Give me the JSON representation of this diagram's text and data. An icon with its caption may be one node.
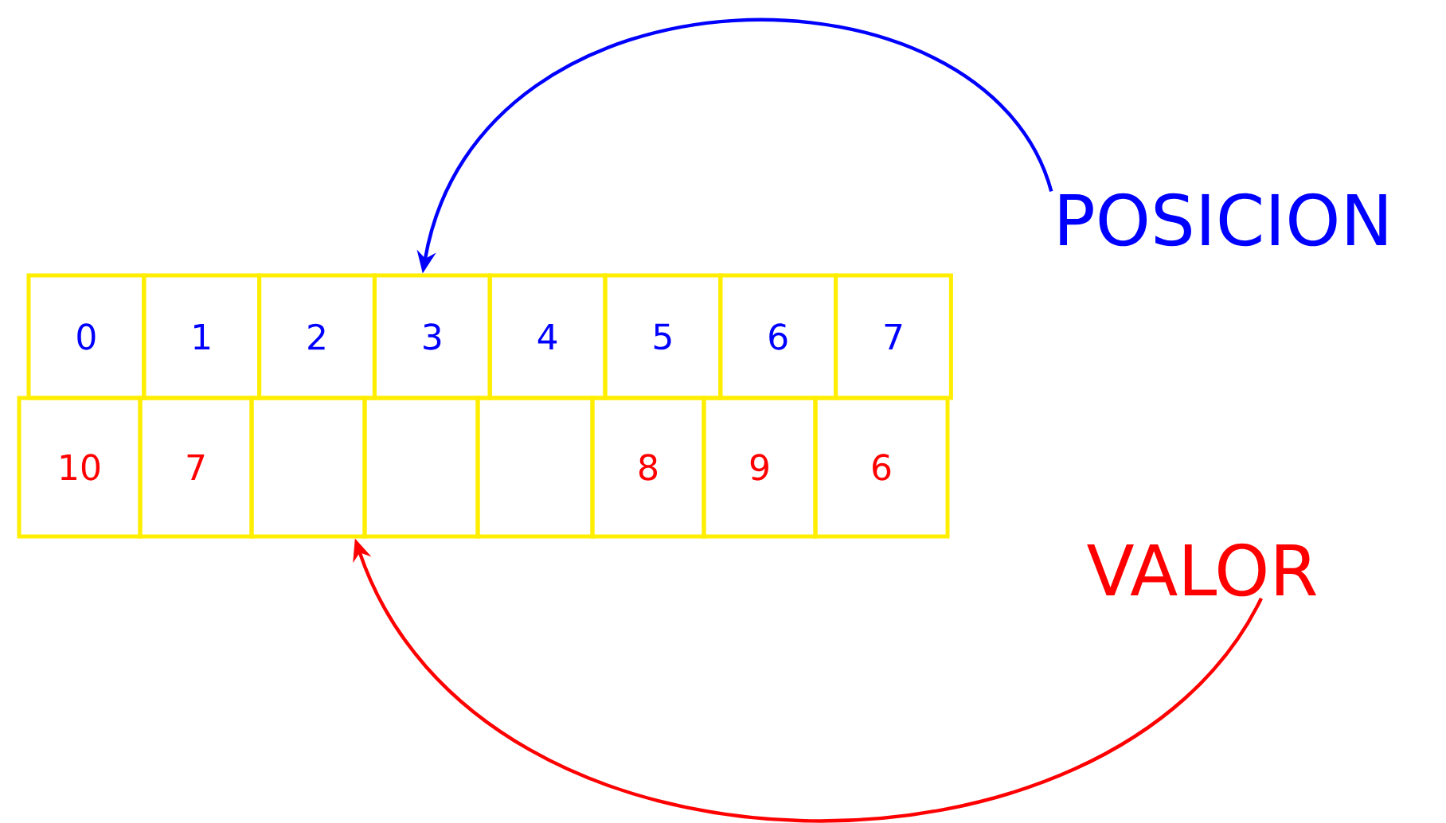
{
  "diagram": {
    "nodes": [
      {
        "text": [
          "0"
        ]
      },
      {
        "text": [
          "1"
        ]
      },
      {
        "text": [
          "2"
        ]
      },
      {
        "text": [
          "3"
        ]
      },
      {
        "text": [
          "4"
        ]
      },
      {
        "text": [
          "5"
        ]
      },
      {
        "text": [
          "6"
        ]
      },
      {
        "text": [
          "7"
        ]
      },
      {
        "text": [
          "10"
        ]
      },
      {
        "text": [
          "7"
        ]
      },
      {
        "text": [],
        "shape": "box"
      },
      {
        "text": [],
        "shape": "box"
      },
      {
        "text": [],
        "shape": "box"
      },
      {
        "text": [
          "8"
        ]
      },
      {
        "text": [
          "9"
        ]
      },
      {
        "text": [
          "6"
        ]
      },
      {
        "text": [
          "POSICION"
        ]
      },
      {
        "text": [
          "VALOR"
        ]
      }
    ],
    "edges": [
      {
        "from": 16,
        "to": 3,
        "arrow": "to",
        "color": "#0000ff"
      },
      {
        "from": 17,
        "to": 10,
        "arrow": "to",
        "color": "#ff0000"
      }
    ]
  }
}
